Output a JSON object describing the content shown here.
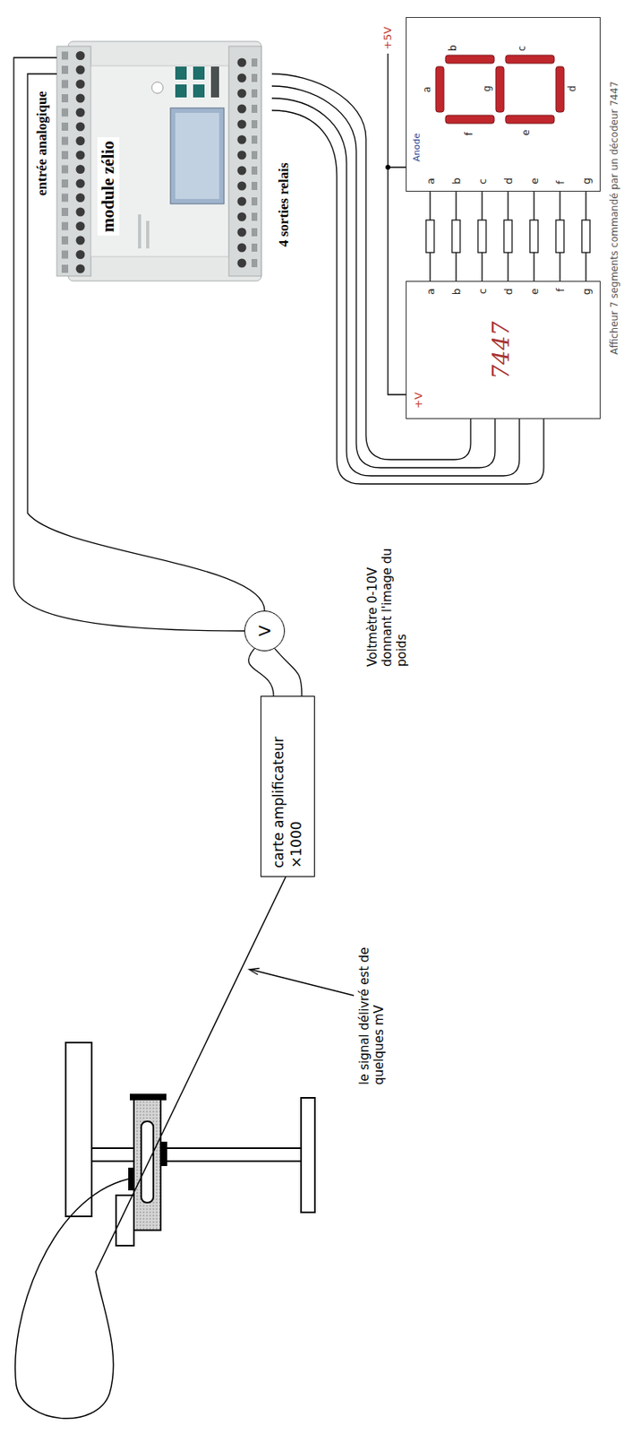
{
  "diagram": {
    "caption": "Afficheur 7 segments commandé par un décodeur 7447",
    "nodes": [
      {
        "text": [
          "module zélio"
        ]
      },
      {
        "text": [
          "carte amplificateur ×1000"
        ]
      },
      {
        "text": [
          "V"
        ]
      },
      {
        "text": [
          "+V",
          "7447",
          "a",
          "b",
          "c",
          "d",
          "e",
          "f",
          "g"
        ]
      },
      {
        "text": [
          "Anode",
          "a",
          "b",
          "c",
          "d",
          "e",
          "f",
          "g",
          "a",
          "b",
          "c",
          "d",
          "e",
          "f",
          "g"
        ]
      }
    ],
    "edges": [
      {
        "from": 1,
        "to": 2,
        "arrow": "none"
      },
      {
        "from": 1,
        "to": 2,
        "arrow": "none"
      },
      {
        "from": 2,
        "to": 0,
        "arrow": "none"
      },
      {
        "from": 2,
        "to": 0,
        "arrow": "none"
      },
      {
        "from": 0,
        "to": 3,
        "arrow": "none"
      },
      {
        "from": 0,
        "to": 3,
        "arrow": "none"
      },
      {
        "from": 0,
        "to": 3,
        "arrow": "none"
      },
      {
        "from": 0,
        "to": 3,
        "arrow": "none"
      },
      {
        "from": 3,
        "to": 4,
        "arrow": "none"
      },
      {
        "from": 3,
        "to": 4,
        "arrow": "none"
      },
      {
        "from": 3,
        "to": 4,
        "arrow": "none"
      },
      {
        "from": 3,
        "to": 4,
        "arrow": "none"
      },
      {
        "from": 3,
        "to": 4,
        "arrow": "none"
      },
      {
        "from": 3,
        "to": 4,
        "arrow": "none"
      },
      {
        "from": 3,
        "to": 4,
        "arrow": "none"
      },
      {
        "from": 3,
        "to": 4,
        "arrow": "none"
      }
    ],
    "labels": [
      "entrée analogique",
      "4 sorties relais",
      "le signal délivré est de quelques mV",
      "Voltmètre 0-10V donnant l'image du poids",
      "+5V"
    ]
  }
}
